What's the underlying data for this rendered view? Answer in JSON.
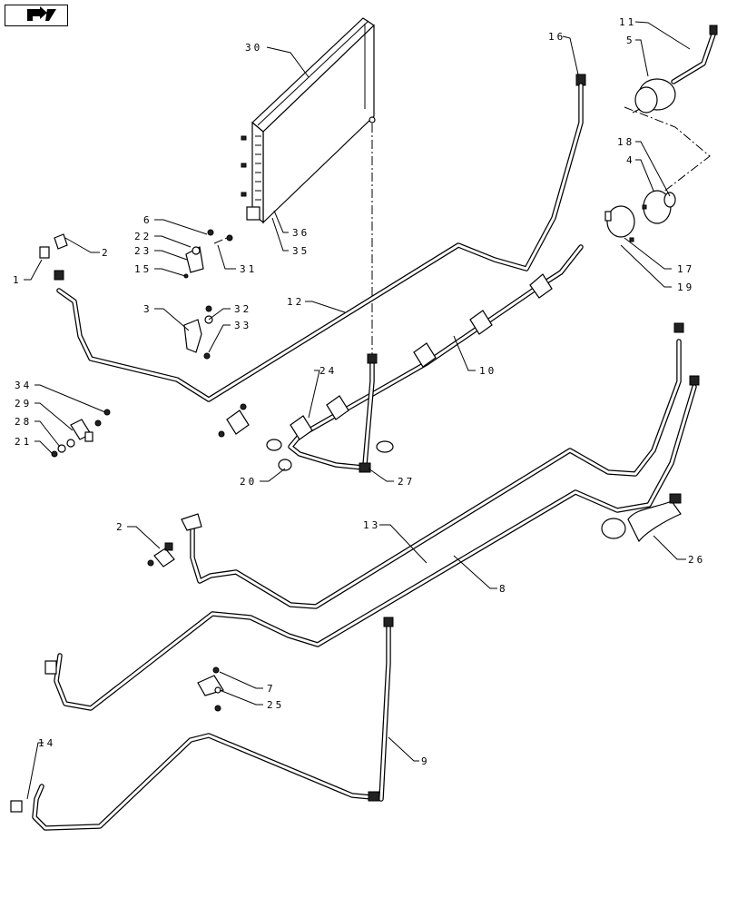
{
  "nav_icon": "next-page-arrow-icon",
  "callouts": {
    "c1": "1",
    "c2a": "2",
    "c2b": "2",
    "c3": "3",
    "c4": "4",
    "c5": "5",
    "c6": "6",
    "c7": "7",
    "c8": "8",
    "c9": "9",
    "c10": "10",
    "c11": "11",
    "c12": "12",
    "c13": "13",
    "c14": "14",
    "c15": "15",
    "c16": "16",
    "c17": "17",
    "c18": "18",
    "c19": "19",
    "c20": "20",
    "c21": "21",
    "c22": "22",
    "c23": "23",
    "c24": "24",
    "c25": "25",
    "c26": "26",
    "c27": "27",
    "c28": "28",
    "c29": "29",
    "c30": "30",
    "c31": "31",
    "c32": "32",
    "c33": "33",
    "c34": "34",
    "c35": "35",
    "c36": "36"
  }
}
